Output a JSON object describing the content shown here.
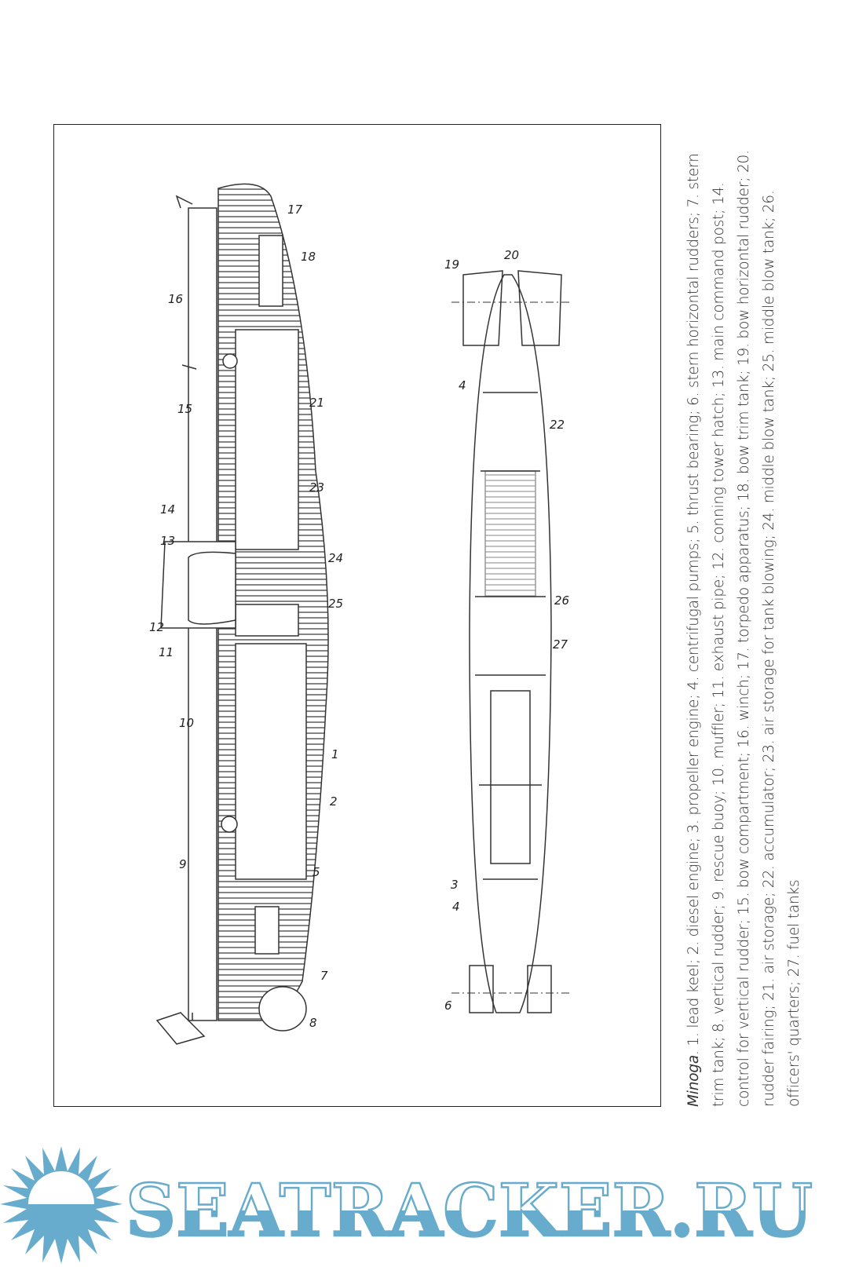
{
  "figure": {
    "side_view_labels": [
      "17",
      "18",
      "16",
      "21",
      "15",
      "23",
      "14",
      "13",
      "24",
      "12",
      "25",
      "11",
      "10",
      "1",
      "2",
      "9",
      "5",
      "7",
      "8"
    ],
    "plan_view_labels": [
      "19",
      "20",
      "4",
      "22",
      "26",
      "27",
      "3",
      "4",
      "6"
    ]
  },
  "caption": {
    "vessel_name": "Minoga",
    "text": ". 1. lead keel; 2. diesel engine; 3. propeller engine; 4. centrifugal pumps; 5. thrust bearing; 6. stern horizontal rudders; 7. stern trim tank; 8. vertical rudder; 9. rescue buoy; 10. muffler; 11. exhaust pipe; 12. conning tower hatch; 13. main command post; 14. control for vertical rudder; 15. bow compartment; 16. winch; 17. torpedo apparatus; 18. bow trim tank; 19. bow horizontal rudder; 20. rudder fairing; 21. air storage; 22. accumulator; 23. air storage for tank blowing; 24. middle blow tank; 25. middle blow tank; 26. officers' quarters; 27. fuel tanks"
  },
  "watermark": {
    "text": "SEATRACKER.RU",
    "color": "#67abcd"
  }
}
